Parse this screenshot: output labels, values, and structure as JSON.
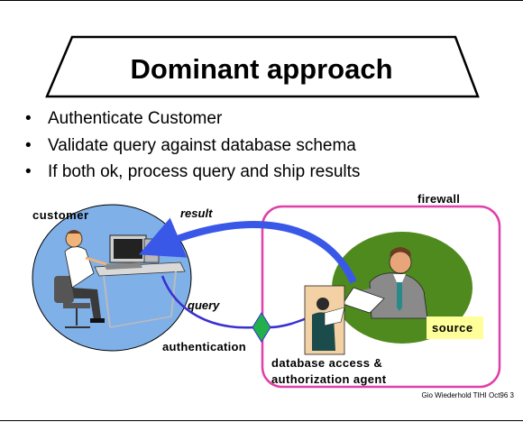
{
  "title": "Dominant approach",
  "bullets": [
    "Authenticate Customer",
    "Validate query against database schema",
    "If both ok, process query and ship results"
  ],
  "bullet_marker": "•",
  "diagram": {
    "customer_label": "customer",
    "result_label": "result",
    "query_label": "query",
    "authentication_label": "authentication",
    "firewall_label": "firewall",
    "source_label": "source",
    "agent_label_line1": "database access &",
    "agent_label_line2": "authorization agent"
  },
  "footer": "Gio Wiederhold TIHI Oct96 3",
  "colors": {
    "customer_circle": "#7fb0e8",
    "source_circle": "#4f8a1f",
    "firewall_border": "#e040a8",
    "result_arrow": "#3a58e8",
    "query_arrow": "#3a2fd0",
    "auth_diamond": "#22b04a",
    "source_box": "#ffff99"
  },
  "icons": {
    "customer_figure": "person-at-computer-icon",
    "source_figure": "businessman-icon",
    "agent_figure": "agent-with-document-icon"
  }
}
